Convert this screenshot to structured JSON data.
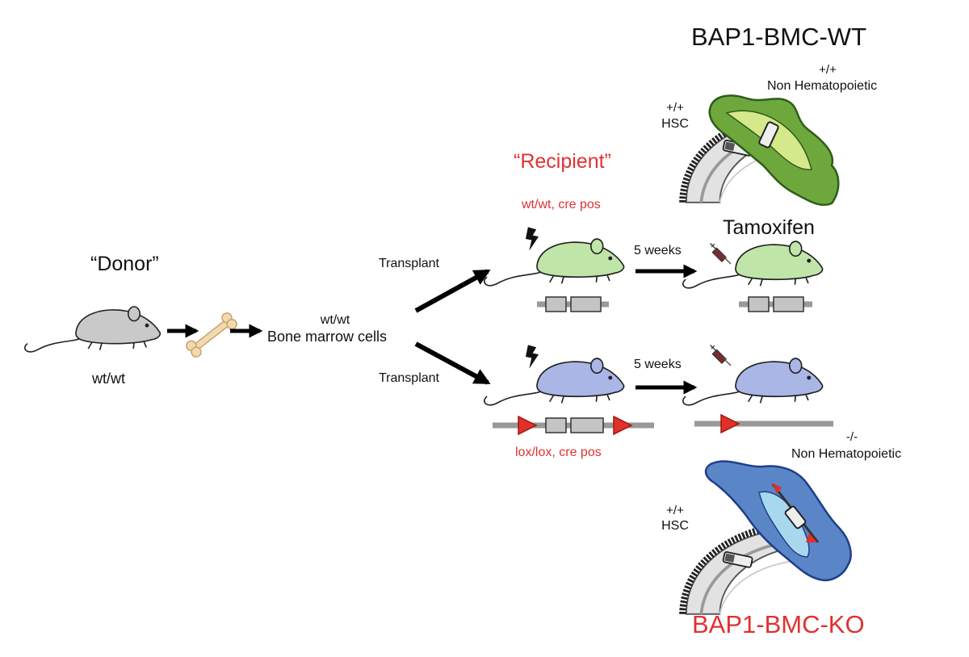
{
  "labels": {
    "wt_title": "BAP1-BMC-WT",
    "ko_title": "BAP1-BMC-KO",
    "donor": "“Donor”",
    "donor_genotype": "wt/wt",
    "recipient": "“Recipient”",
    "recipient_top_genotype": "wt/wt, cre pos",
    "recipient_bottom_genotype": "lox/lox, cre pos",
    "bm_genotype": "wt/wt",
    "bm_cells": "Bone marrow cells",
    "transplant_top": "Transplant",
    "transplant_bottom": "Transplant",
    "weeks_top": "5 weeks",
    "weeks_bottom": "5 weeks",
    "tamoxifen": "Tamoxifen",
    "wt_nonhem_genotype": "+/+",
    "wt_nonhem": "Non Hematopoietic",
    "wt_hsc_genotype": "+/+",
    "wt_hsc": "HSC",
    "ko_nonhem_genotype": "-/-",
    "ko_nonhem": "Non Hematopoietic",
    "ko_hsc_genotype": "+/+",
    "ko_hsc": "HSC"
  },
  "colors": {
    "red_text": "#e03131",
    "donor_mouse": "#c9c9c9",
    "wt_mouse": "#bfe6a8",
    "ko_mouse": "#aab6e6",
    "wt_cell": "#6ea83c",
    "ko_cell": "#5a86c8",
    "lox": "#e0302a",
    "gene_box": "#c4c4c4"
  }
}
